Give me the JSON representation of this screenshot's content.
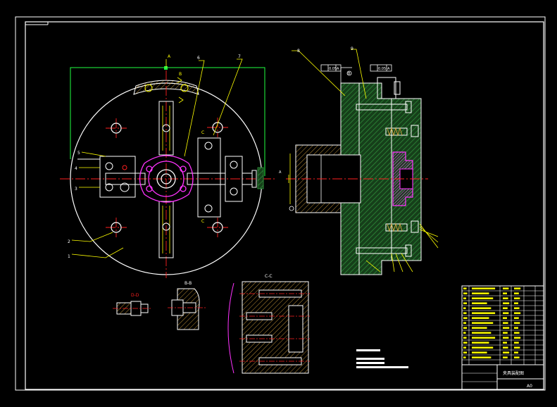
{
  "colors": {
    "background": "#000000",
    "frame": "#ffffff",
    "geometry": "#ffffff",
    "hatch": "#2e8b3a",
    "centerline": "#ff2020",
    "leader": "#ffff00",
    "dimension": "#20ff40",
    "highlight": "#ff33ff",
    "section_hatch": "#d2a03c"
  },
  "plan_view": {
    "section_mark_a": "A",
    "section_mark_b": "B",
    "section_mark_c_top": "C",
    "section_mark_c_bottom": "C",
    "callouts": [
      "1",
      "2",
      "3",
      "4",
      "5",
      "6",
      "7"
    ]
  },
  "side_view": {
    "callout_8": "8",
    "callout_9": "9",
    "fcf_left": "0.05",
    "fcf_left_datum": "A",
    "fcf_right": "0.05",
    "fcf_right_datum": "A",
    "datum_b": "B",
    "datum_a": "A"
  },
  "sections": {
    "d_label": "D-D",
    "b_label": "B-B",
    "c_label": "C-C"
  },
  "title_block": {
    "drawing_title": "夹具装配图",
    "sheet_size": "A0",
    "parts_rows": 15
  }
}
